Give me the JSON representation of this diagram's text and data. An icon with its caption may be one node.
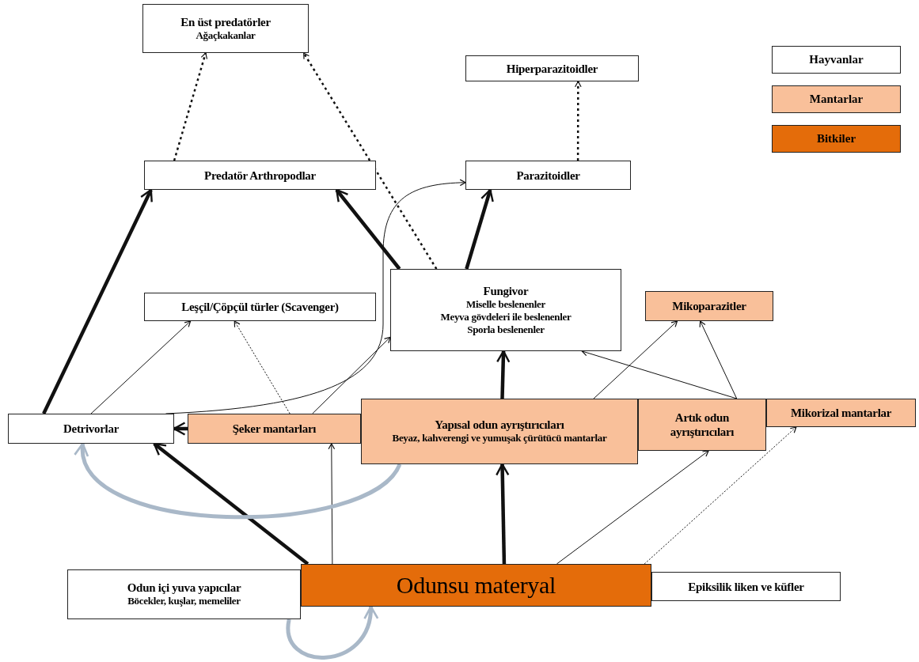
{
  "diagram": {
    "nodes": [
      {
        "text": [
          "En üst predatörler",
          "Ağaçkakanlar"
        ]
      },
      {
        "text": [
          "Hiperparazitoidler"
        ]
      },
      {
        "text": [
          "Predatör Arthropodlar"
        ]
      },
      {
        "text": [
          "Parazitoidler"
        ]
      },
      {
        "text": [
          "Fungivor",
          "Miselle beslenenler",
          "Meyva gövdeleri ile beslenenler",
          "Sporla beslenenler"
        ]
      },
      {
        "text": [
          "Leşçil/Çöpçül türler (Scavenger)"
        ]
      },
      {
        "text": [
          "Mikoparazitler"
        ]
      },
      {
        "text": [
          "Detrivorlar"
        ]
      },
      {
        "text": [
          "Şeker mantarları"
        ]
      },
      {
        "text": [
          "Yapısal odun ayrıştırıcıları",
          "Beyaz, kahverengi ve yumuşak çürütücü mantarlar"
        ]
      },
      {
        "text": [
          "Artık odun ayrıştırıcıları"
        ]
      },
      {
        "text": [
          "Mikorizal mantarlar"
        ]
      },
      {
        "text": [
          "Odun içi yuva yapıcılar",
          "Böcekler, kuşlar, memeliler"
        ]
      },
      {
        "text": [
          "Odunsu materyal"
        ]
      },
      {
        "text": [
          "Epiksilik liken ve küfler"
        ]
      }
    ],
    "edges": [
      {
        "from": 2,
        "to": 0,
        "arrow": "to",
        "style": "dashed"
      },
      {
        "from": 4,
        "to": 0,
        "arrow": "to",
        "style": "dashed"
      },
      {
        "from": 3,
        "to": 1,
        "arrow": "to",
        "style": "dashed"
      },
      {
        "from": 7,
        "to": 2,
        "arrow": "to",
        "style": "thick"
      },
      {
        "from": 4,
        "to": 2,
        "arrow": "to",
        "style": "thick"
      },
      {
        "from": 4,
        "to": 3,
        "arrow": "to",
        "style": "thick"
      },
      {
        "from": 7,
        "to": 3,
        "arrow": "to"
      },
      {
        "from": 7,
        "to": 5,
        "arrow": "to"
      },
      {
        "from": 8,
        "to": 5,
        "arrow": "to",
        "style": "dashed"
      },
      {
        "from": 8,
        "to": 4,
        "arrow": "to"
      },
      {
        "from": 8,
        "to": 7,
        "arrow": "to",
        "style": "thick"
      },
      {
        "from": 9,
        "to": 4,
        "arrow": "to",
        "style": "thick"
      },
      {
        "from": 9,
        "to": 6,
        "arrow": "to"
      },
      {
        "from": 10,
        "to": 4,
        "arrow": "to"
      },
      {
        "from": 10,
        "to": 6,
        "arrow": "to"
      },
      {
        "from": 13,
        "to": 7,
        "arrow": "to",
        "style": "thick"
      },
      {
        "from": 13,
        "to": 8,
        "arrow": "to"
      },
      {
        "from": 13,
        "to": 9,
        "arrow": "to",
        "style": "thick"
      },
      {
        "from": 13,
        "to": 10,
        "arrow": "to"
      },
      {
        "from": 13,
        "to": 11,
        "arrow": "to",
        "style": "dashed"
      },
      {
        "from": 9,
        "to": 7,
        "arrow": "to",
        "style": "thick",
        "color": "#a9b8c8"
      },
      {
        "from": 12,
        "to": 13,
        "arrow": "to",
        "style": "thick",
        "color": "#a9b8c8"
      }
    ],
    "legend": [
      {
        "text": "Hayvanlar",
        "color": "#ffffff"
      },
      {
        "text": "Mantarlar",
        "color": "#f9c09a"
      },
      {
        "text": "Bitkiler",
        "color": "#e46c0a"
      }
    ]
  }
}
